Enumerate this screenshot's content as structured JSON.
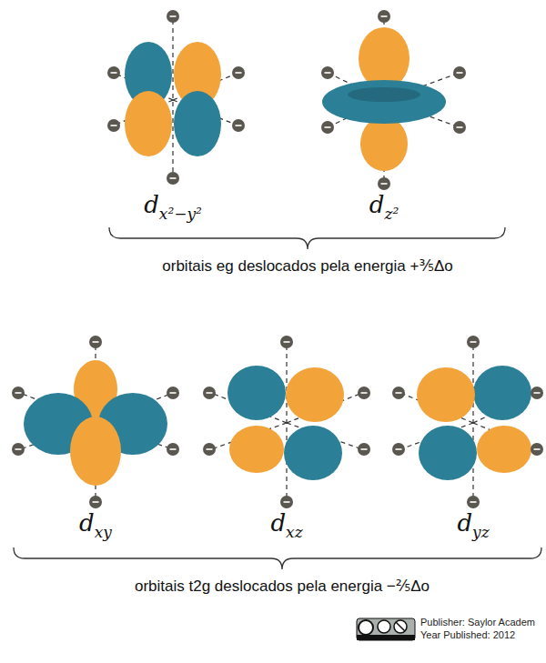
{
  "diagram": {
    "labels": [
      "dx²−y²",
      "dz²",
      "orbitais eg deslocados pela energia +⅗Δo",
      "dxy",
      "dxz",
      "dyz",
      "orbitais t2g deslocados pela energia −⅖Δo",
      "Publisher: Saylor Academ",
      "Year Published: 2012"
    ]
  }
}
